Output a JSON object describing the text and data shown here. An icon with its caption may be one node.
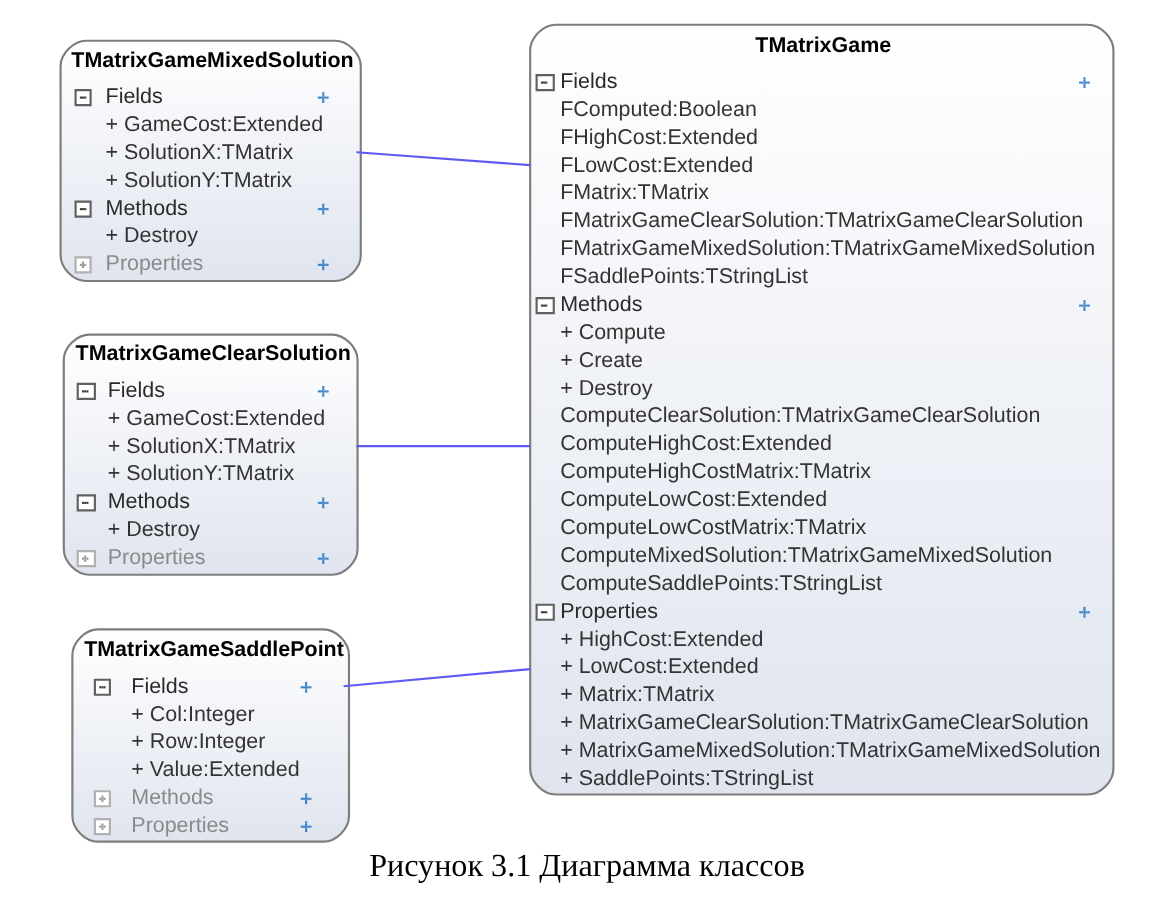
{
  "diagram": {
    "caption": "Рисунок 3.1 Диаграмма классов",
    "nodes": [
      {
        "text": [
          "TMatrixGameMixedSolution",
          "Fields",
          "+ GameCost:Extended",
          "+ SolutionX:TMatrix",
          "+ SolutionY:TMatrix",
          "Methods",
          "+ Destroy",
          "Properties"
        ]
      },
      {
        "text": [
          "TMatrixGameClearSolution",
          "Fields",
          "+ GameCost:Extended",
          "+ SolutionX:TMatrix",
          "+ SolutionY:TMatrix",
          "Methods",
          "+ Destroy",
          "Properties"
        ]
      },
      {
        "text": [
          "TMatrixGameSaddlePoint",
          "Fields",
          "+ Col:Integer",
          "+ Row:Integer",
          "+ Value:Extended",
          "Methods",
          "Properties"
        ]
      },
      {
        "text": [
          "TMatrixGame",
          "Fields",
          "FComputed:Boolean",
          "FHighCost:Extended",
          "FLowCost:Extended",
          "FMatrix:TMatrix",
          "FMatrixGameClearSolution:TMatrixGameClearSolution",
          "FMatrixGameMixedSolution:TMatrixGameMixedSolution",
          "FSaddlePoints:TStringList",
          "Methods",
          "+ Compute",
          "+ Create",
          "+ Destroy",
          "ComputeClearSolution:TMatrixGameClearSolution",
          "ComputeHighCost:Extended",
          "ComputeHighCostMatrix:TMatrix",
          "ComputeLowCost:Extended",
          "ComputeLowCostMatrix:TMatrix",
          "ComputeMixedSolution:TMatrixGameMixedSolution",
          "ComputeSaddlePoints:TStringList",
          "Properties",
          "+ HighCost:Extended",
          "+ LowCost:Extended",
          "+ Matrix:TMatrix",
          "+ MatrixGameClearSolution:TMatrixGameClearSolution",
          "+ MatrixGameMixedSolution:TMatrixGameMixedSolution",
          "+ SaddlePoints:TStringList"
        ]
      }
    ],
    "edges": [
      {
        "from": 0,
        "to": 3,
        "arrow": "none"
      },
      {
        "from": 1,
        "to": 3,
        "arrow": "none"
      },
      {
        "from": 2,
        "to": 3,
        "arrow": "none"
      }
    ]
  }
}
